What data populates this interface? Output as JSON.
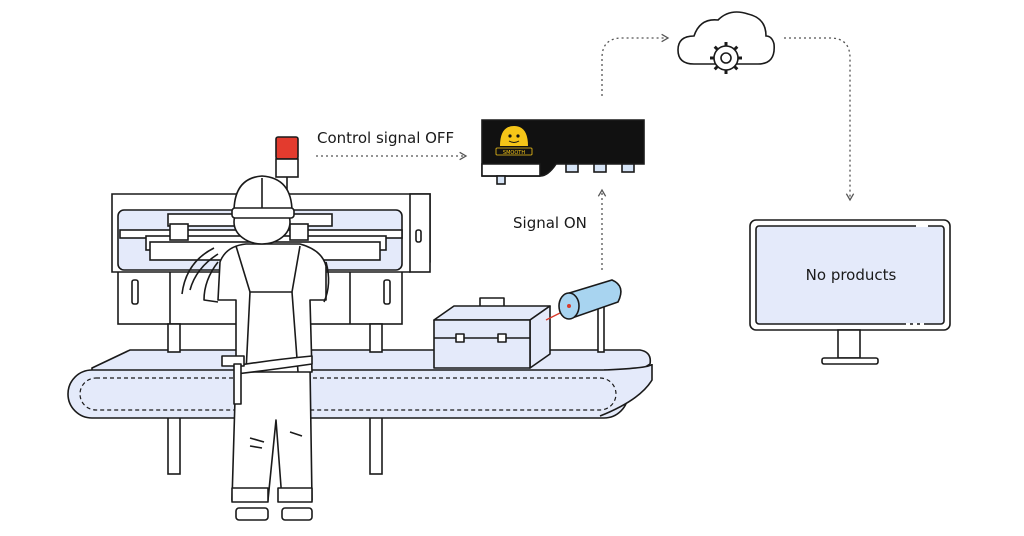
{
  "labels": {
    "control_signal_off": "Control signal OFF",
    "signal_on": "Signal ON",
    "monitor_text": "No products",
    "device_badge": "SMOOTH"
  },
  "colors": {
    "line": "#1a1a1a",
    "fill_light": "#e4eafa",
    "sensor_blue": "#a8d4f0",
    "laser_red": "#d83a2b",
    "signal_lamp_red": "#e33b2e",
    "device_body": "#111111",
    "mascot_yellow": "#f5c518"
  },
  "icons": [
    "cloud-gear-icon",
    "mascot-face-icon"
  ]
}
